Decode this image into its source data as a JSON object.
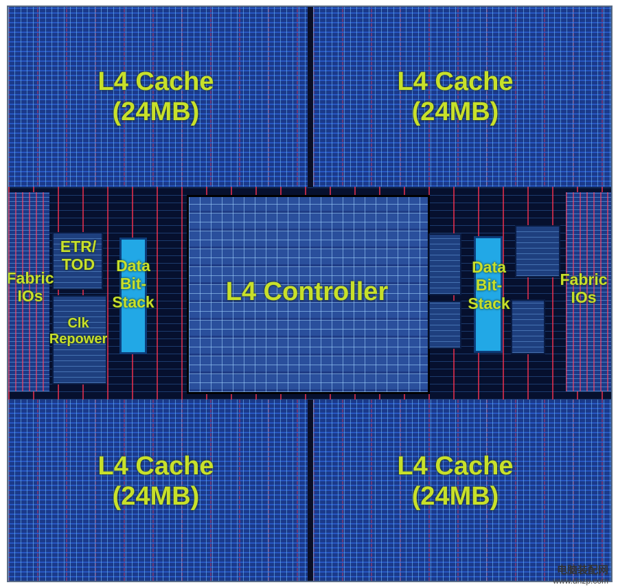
{
  "labels": {
    "cache_top_left": {
      "name": "L4 Cache",
      "size": "(24MB)"
    },
    "cache_top_right": {
      "name": "L4 Cache",
      "size": "(24MB)"
    },
    "cache_bottom_left": {
      "name": "L4 Cache",
      "size": "(24MB)"
    },
    "cache_bottom_right": {
      "name": "L4 Cache",
      "size": "(24MB)"
    },
    "controller": "L4 Controller",
    "etr_tod": [
      "ETR/",
      "TOD"
    ],
    "clk_repower": [
      "Clk",
      "Repower"
    ],
    "data_bitstack_left": [
      "Data",
      "Bit-",
      "Stack"
    ],
    "data_bitstack_right": [
      "Data",
      "Bit-",
      "Stack"
    ],
    "fabric_left": [
      "Fabric",
      "IOs"
    ],
    "fabric_right": [
      "Fabric",
      "IOs"
    ]
  },
  "watermark": {
    "title": "电脑装配网",
    "url": "www.dnzp.com"
  },
  "colors": {
    "label": "#c8e02a",
    "cache_blue": "#1b3a8a",
    "bitstack": "#22a8e6",
    "die_border": "#5b6d86"
  }
}
